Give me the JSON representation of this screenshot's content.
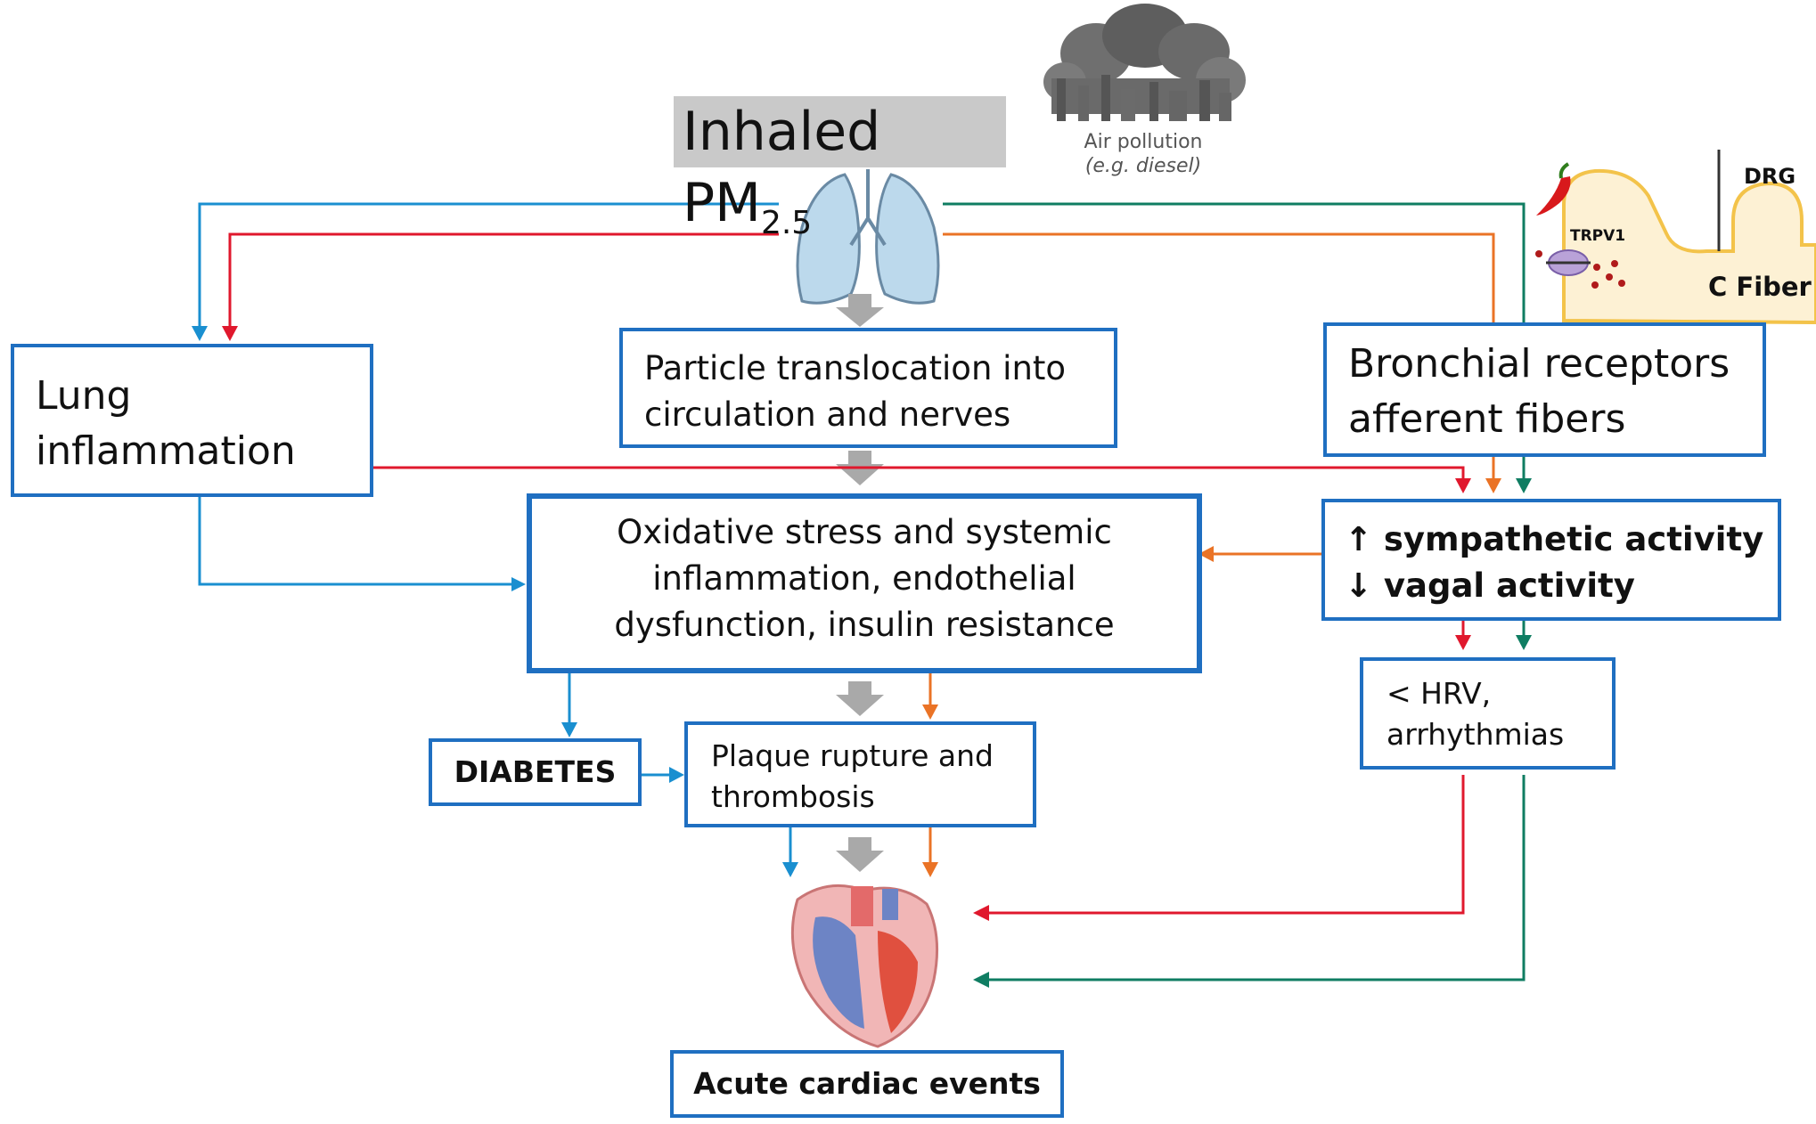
{
  "title": {
    "main": "Inhaled PM",
    "sub": "2.5"
  },
  "pollution": {
    "line1": "Air pollution",
    "line2": "(e.g. diesel)"
  },
  "nerve": {
    "drg": "DRG",
    "trpv1": "TRPV1",
    "cfiber": "C Fiber"
  },
  "boxes": {
    "lung": {
      "line1": "Lung",
      "line2": "inflammation"
    },
    "translocation": {
      "line1": "Particle translocation into",
      "line2": "circulation and nerves"
    },
    "bronchial": {
      "line1": "Bronchial receptors",
      "line2": "afferent fibers"
    },
    "oxidative": {
      "line1": "Oxidative stress and systemic",
      "line2": "inflammation, endothelial",
      "line3": "dysfunction, insulin resistance"
    },
    "autonomic": {
      "line1": "↑ sympathetic activity",
      "line2": "↓ vagal activity"
    },
    "diabetes": {
      "label": "DIABETES"
    },
    "plaque": {
      "line1": "Plaque rupture and",
      "line2": "thrombosis"
    },
    "hrv": {
      "line1": "< HRV,",
      "line2": "arrhythmias"
    },
    "acute": {
      "label": "Acute cardiac events"
    }
  },
  "colors": {
    "blue": "#1a8fd0",
    "red": "#e0182d",
    "orange": "#ea7326",
    "green": "#0f7d62",
    "gray": "#a9a9a9",
    "box_border": "#1f6fc1"
  },
  "icons": [
    "factory-smoke-icon",
    "lungs-icon",
    "heart-icon",
    "chili-pepper-icon",
    "neuron-icon"
  ]
}
